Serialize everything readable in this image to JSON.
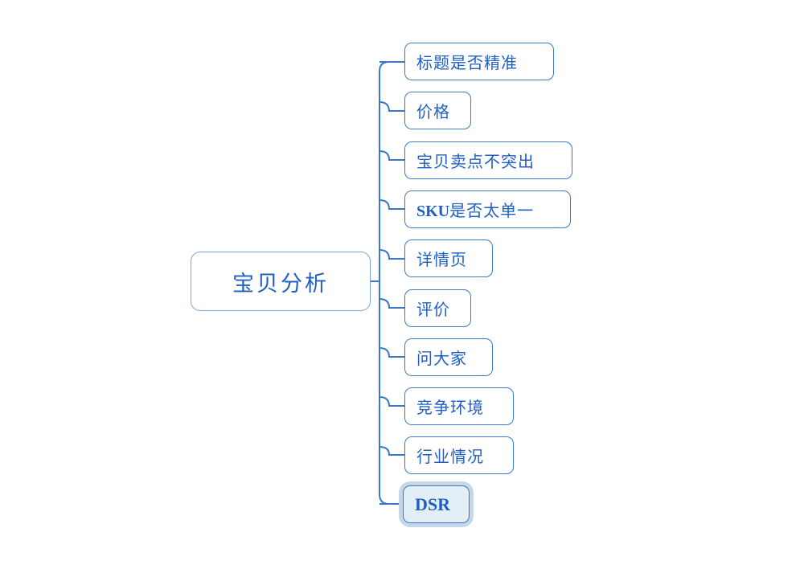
{
  "diagram": {
    "type": "mind-map",
    "title_node": "宝贝分析",
    "orientation": "left-root-right-branches",
    "background_color": "#ffffff",
    "line_color": "#3a78c8",
    "text_color": "#1f5fc4",
    "root_border_color": "#7aa7d8",
    "branch_border_color": "#3a78c8",
    "selected_fill_color": "#e3eff7",
    "selected_halo_color": "#c6d8e8"
  },
  "root": {
    "label": "宝贝分析"
  },
  "branches": [
    {
      "label": "标题是否精准",
      "selected": false
    },
    {
      "label": "价格",
      "selected": false
    },
    {
      "label": "宝贝卖点不突出",
      "selected": false
    },
    {
      "label": "SKU是否太单一",
      "selected": false,
      "latin_prefix": "SKU",
      "cjk_suffix": "是否太单一"
    },
    {
      "label": "详情页",
      "selected": false
    },
    {
      "label": "评价",
      "selected": false
    },
    {
      "label": "问大家",
      "selected": false
    },
    {
      "label": "竞争环境",
      "selected": false
    },
    {
      "label": "行业情况",
      "selected": false
    },
    {
      "label": "DSR",
      "selected": true
    }
  ]
}
